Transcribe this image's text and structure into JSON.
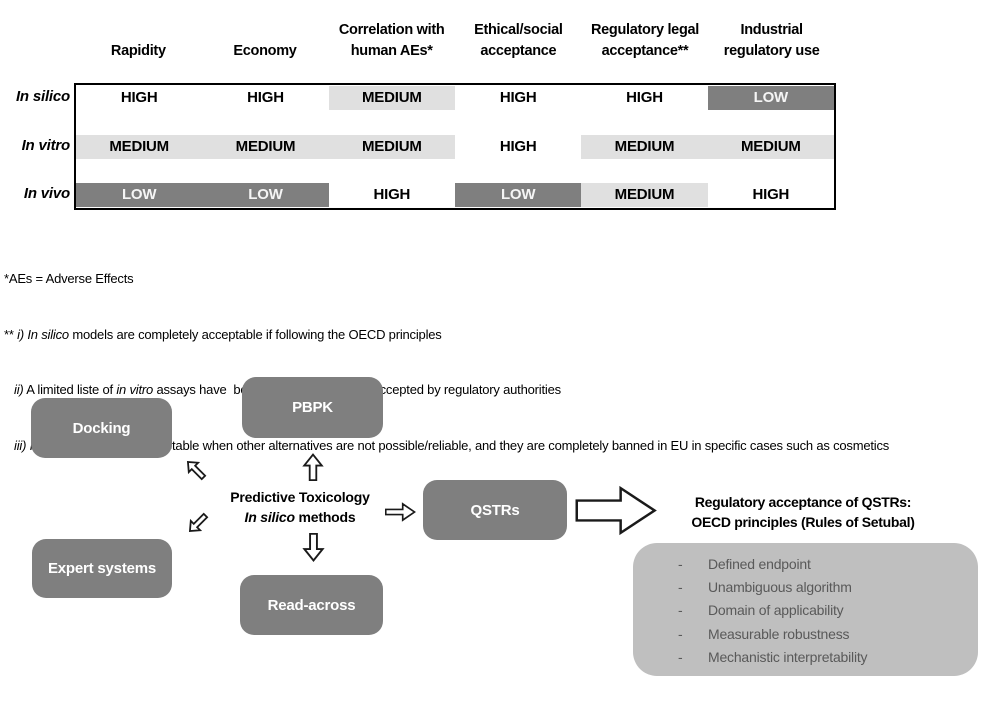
{
  "colors": {
    "cell_light": "#e0e0e0",
    "cell_dark": "#7f7f7f",
    "diagram_box_gray": "#7f7f7f",
    "panel_gray": "#bfbfbf",
    "panel_text_gray": "#595959",
    "text_black": "#000000",
    "dark_cell_text": "#f5f5f5"
  },
  "table": {
    "columns": [
      "Rapidity",
      "Economy",
      "Correlation with\nhuman AEs*",
      "Ethical/social\nacceptance",
      "Regulatory legal\nacceptance**",
      "Industrial\nregulatory use"
    ],
    "rows": [
      {
        "label": "In silico",
        "cells": [
          {
            "v": "HIGH",
            "bg": "plain"
          },
          {
            "v": "HIGH",
            "bg": "plain"
          },
          {
            "v": "MEDIUM",
            "bg": "light"
          },
          {
            "v": "HIGH",
            "bg": "plain"
          },
          {
            "v": "HIGH",
            "bg": "plain"
          },
          {
            "v": "LOW",
            "bg": "dark"
          }
        ]
      },
      {
        "label": "In vitro",
        "cells": [
          {
            "v": "MEDIUM",
            "bg": "light"
          },
          {
            "v": "MEDIUM",
            "bg": "light"
          },
          {
            "v": "MEDIUM",
            "bg": "light"
          },
          {
            "v": "HIGH",
            "bg": "plain"
          },
          {
            "v": "MEDIUM",
            "bg": "light"
          },
          {
            "v": "MEDIUM",
            "bg": "light"
          }
        ]
      },
      {
        "label": "In vivo",
        "cells": [
          {
            "v": "LOW",
            "bg": "dark"
          },
          {
            "v": "LOW",
            "bg": "dark"
          },
          {
            "v": "HIGH",
            "bg": "plain"
          },
          {
            "v": "LOW",
            "bg": "dark"
          },
          {
            "v": "MEDIUM",
            "bg": "light"
          },
          {
            "v": "HIGH",
            "bg": "plain"
          }
        ]
      }
    ]
  },
  "footnotes": [
    {
      "segments": [
        {
          "t": "*AEs = Adverse Effects",
          "i": false
        }
      ]
    },
    {
      "segments": [
        {
          "t": "** ",
          "i": false
        },
        {
          "t": "i) In silico ",
          "i": true
        },
        {
          "t": "models are completely acceptable if following the OECD principles",
          "i": false
        }
      ]
    },
    {
      "segments": [
        {
          "t": "ii)",
          "i": true
        },
        {
          "t": " A limited liste of ",
          "i": false
        },
        {
          "t": "in vitro",
          "i": true
        },
        {
          "t": " assays have  been developed and are accepted by regulatory authorities",
          "i": false
        }
      ]
    },
    {
      "segments": [
        {
          "t": "iii) In vivo ",
          "i": true
        },
        {
          "t": " models are acceptable when other alternatives are not possible/reliable, and they are completely banned in EU in specific cases such as cosmetics",
          "i": false
        }
      ]
    }
  ],
  "diagram": {
    "boxes": {
      "docking": "Docking",
      "pbpk": "PBPK",
      "expert_systems": "Expert systems",
      "read_across": "Read-across",
      "qstrs": "QSTRs"
    },
    "center": {
      "line1": "Predictive Toxicology",
      "line2_segments": [
        {
          "t": "In silico",
          "i": true
        },
        {
          "t": " methods",
          "i": false
        }
      ]
    },
    "acceptance_title": {
      "line1": "Regulatory acceptance of QSTRs:",
      "line2": "OECD principles (Rules of Setubal)"
    },
    "oecd_box": {
      "bullet": "-",
      "items": [
        "Defined endpoint",
        "Unambiguous algorithm",
        "Domain of applicability",
        "Measurable robustness",
        "Mechanistic interpretability"
      ]
    }
  }
}
